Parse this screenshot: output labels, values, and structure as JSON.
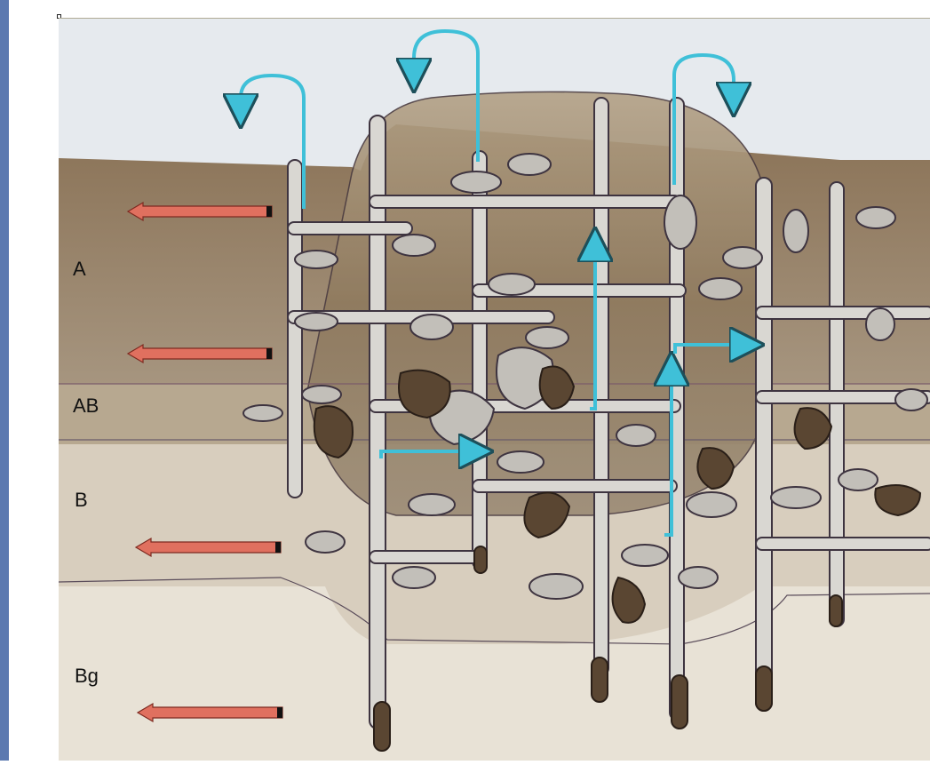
{
  "horizons": {
    "a": "A",
    "ab": "AB",
    "b": "B",
    "bg": "Bg"
  },
  "colors": {
    "sky": "#e6eaee",
    "horizon_a": "#8e7a60",
    "horizon_ab": "#a59278",
    "horizon_b": "#d8cebe",
    "horizon_bg": "#e8e2d6",
    "mound": "#9b8468",
    "channel": "#d9d7d2",
    "chamber": "#c2bfb9",
    "organic": "#5a4632",
    "lateral_flow_arrow": "#e0705f",
    "water_flow_arrow": "#3fc0d8",
    "sidebar": "#5b79b0"
  },
  "icons": {
    "left_arrow": "red-left-arrow-icon",
    "return_arrow": "cyan-hook-arrow-icon"
  }
}
